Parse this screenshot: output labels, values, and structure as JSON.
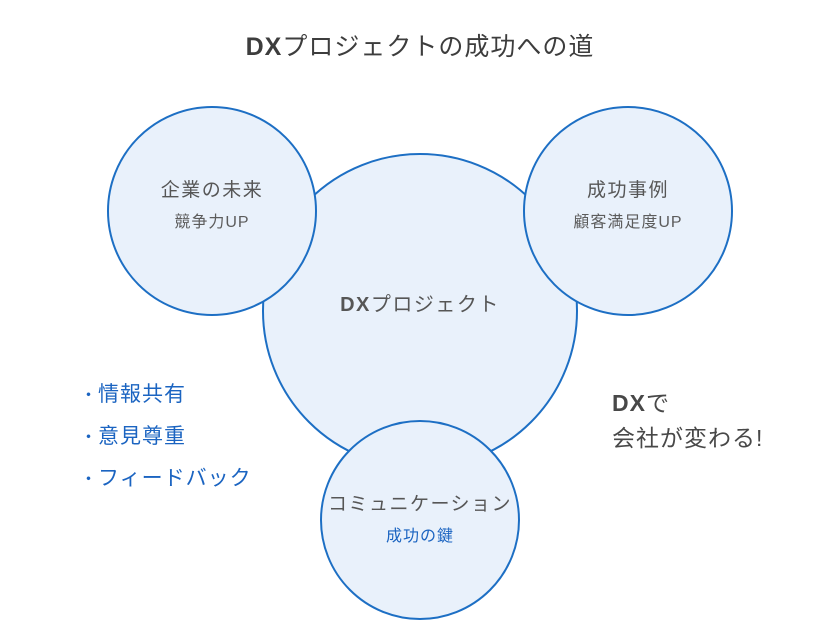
{
  "title": {
    "prefix": "DX",
    "rest": "プロジェクトの成功への道"
  },
  "colors": {
    "circle_border": "#1d6fc4",
    "circle_fill": "#e9f1fb",
    "blue_text": "#1b64c1",
    "dark_text": "#484848",
    "label_gray": "#565656"
  },
  "diagram": {
    "center_circle": {
      "label_prefix": "DX",
      "label_rest": "プロジェクト"
    },
    "left_circle": {
      "label": "企業の未来",
      "sublabel": "競争力UP"
    },
    "right_circle": {
      "label": "成功事例",
      "sublabel": "顧客満足度UP"
    },
    "bottom_circle": {
      "label": "コミュニケーション",
      "sublabel": "成功の鍵"
    }
  },
  "left_list": {
    "bullet": "・",
    "items": [
      "情報共有",
      "意見尊重",
      "フィードバック"
    ]
  },
  "right_note": {
    "line1_prefix": "DX",
    "line1_rest": "で",
    "line2": "会社が変わる!"
  }
}
